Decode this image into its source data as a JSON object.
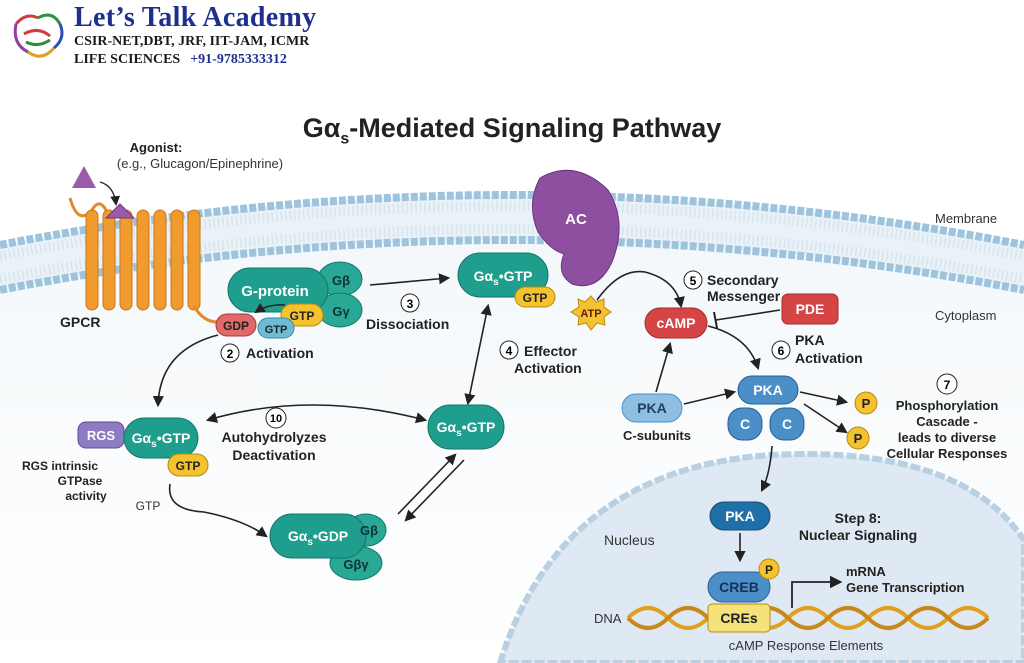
{
  "header": {
    "brand_name": "Let’s Talk Academy",
    "brand_line1": "CSIR-NET,DBT, JRF, IIT-JAM, ICMR",
    "brand_line2": "LIFE SCIENCES",
    "phone": "+91-9785333312"
  },
  "title": {
    "pre": "Gα",
    "sub": "s",
    "post": "-Mediated Signaling Pathway"
  },
  "agonist": {
    "label": "Agonist:",
    "example": "(e.g., Glucagon/Epinephrine)"
  },
  "membrane": {
    "label": "Membrane",
    "cytoplasm": "Cytoplasm"
  },
  "gpcr": {
    "label": "GPCR"
  },
  "gprotein": {
    "label": "G-protein",
    "beta": "Gβ",
    "gamma": "Gγ",
    "gtp": "GTP",
    "gdp": "GDP",
    "gtp_small": "GTP"
  },
  "steps": {
    "s2_num": "2",
    "s2": "Activation",
    "s3_num": "3",
    "s3": "Dissociation",
    "s4_num": "4",
    "s4a": "Effector",
    "s4b": "Activation",
    "s5_num": "5",
    "s5a": "Secondary",
    "s5b": "Messenger",
    "s6_num": "6",
    "s6a": "PKA",
    "s6b": "Activation",
    "s7_num": "7",
    "s7a": "Phosphorylation",
    "s7b": "Cascade -",
    "s7c": "leads to diverse",
    "s7d": "Cellular Responses",
    "s8a": "Step 8:",
    "s8b": "Nuclear Signaling",
    "s10_num": "10",
    "s10a": "Autohydrolyzes",
    "s10b": "Deactivation"
  },
  "galpha": {
    "alpha": "Gα",
    "sub": "s",
    "gtp_suffix": "•GTP",
    "gdp_suffix": "•GDP",
    "gtp": "GTP",
    "gbeta": "Gβ",
    "gbetagamma": "Gβγ"
  },
  "ac": {
    "label": "AC",
    "atp": "ATP",
    "camp": "cAMP",
    "pde": "PDE"
  },
  "rgs": {
    "label": "RGS",
    "desc1": "RGS intrinsic",
    "desc2": "GTPase",
    "desc3": "activity",
    "gtp_free": "GTP"
  },
  "pka": {
    "label": "PKA",
    "c": "C",
    "csub": "C-subunits",
    "p": "P"
  },
  "nucleus": {
    "label": "Nucleus",
    "pka": "PKA",
    "creb": "CREB",
    "p": "P",
    "mrna1": "mRNA",
    "mrna2": "Gene Transcription",
    "dna": "DNA",
    "cres": "CREs",
    "cre_full": "cAMP Response Elements"
  },
  "colors": {
    "teal": "#1f9e8e",
    "purple": "#8e4fa1",
    "orange": "#f19a2e",
    "red": "#d64545",
    "blue": "#4a8fc8",
    "yellow": "#f4c22e",
    "membrane": "#9ec4dd"
  }
}
